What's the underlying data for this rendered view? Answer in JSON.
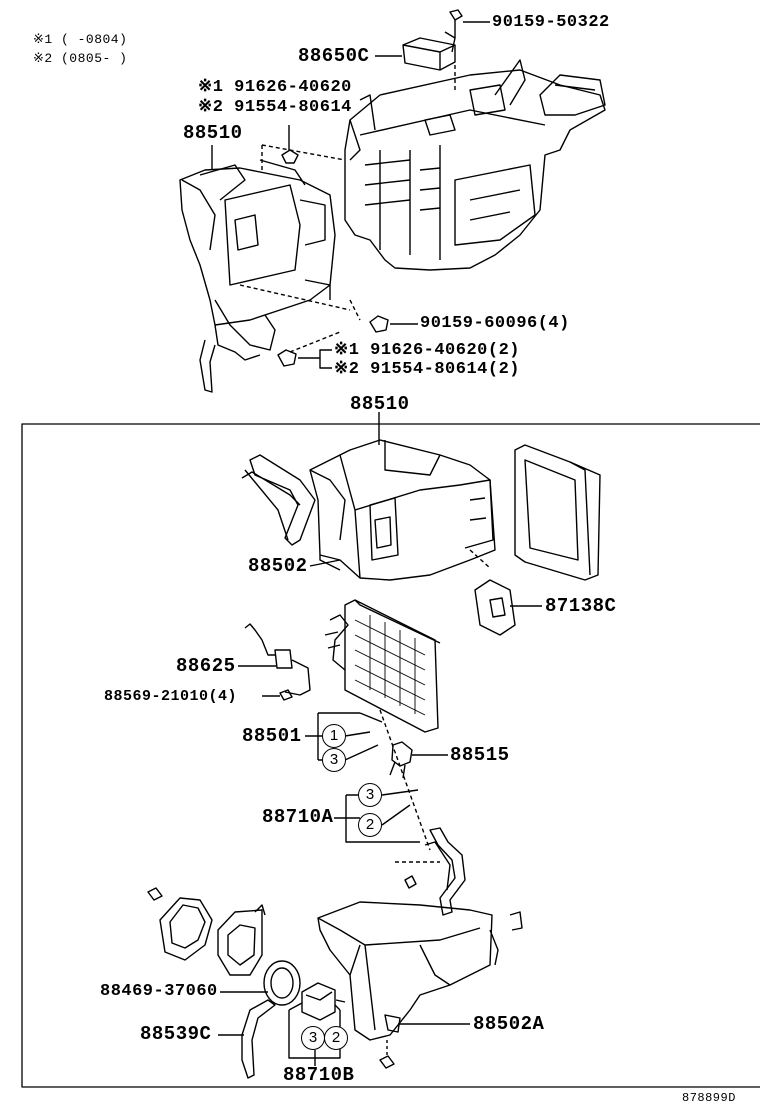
{
  "legend": {
    "note1": "※1 (    -0804)",
    "note2": "※2 (0805-    )"
  },
  "labels": {
    "p90159_50322": "90159-50322",
    "p88650C": "88650C",
    "p91626_40620": "※1 91626-40620",
    "p91554_80614": "※2 91554-80614",
    "p88510_top": "88510",
    "p90159_60096": "90159-60096(4)",
    "p91626_40620_2": "※1 91626-40620(2)",
    "p91554_80614_2": "※2 91554-80614(2)",
    "p88510_box": "88510",
    "p88502": "88502",
    "p87138C": "87138C",
    "p88625": "88625",
    "p88569_21010": "88569-21010(4)",
    "p88501": "88501",
    "p88515": "88515",
    "p88710A": "88710A",
    "p88469_37060": "88469-37060",
    "p88539C": "88539C",
    "p88502A": "88502A",
    "p88710B": "88710B",
    "drawing_no": "878899D"
  },
  "callouts": {
    "c1": "1",
    "c3a": "3",
    "c3b": "3",
    "c2a": "2",
    "c3c": "3",
    "c2b": "2"
  }
}
